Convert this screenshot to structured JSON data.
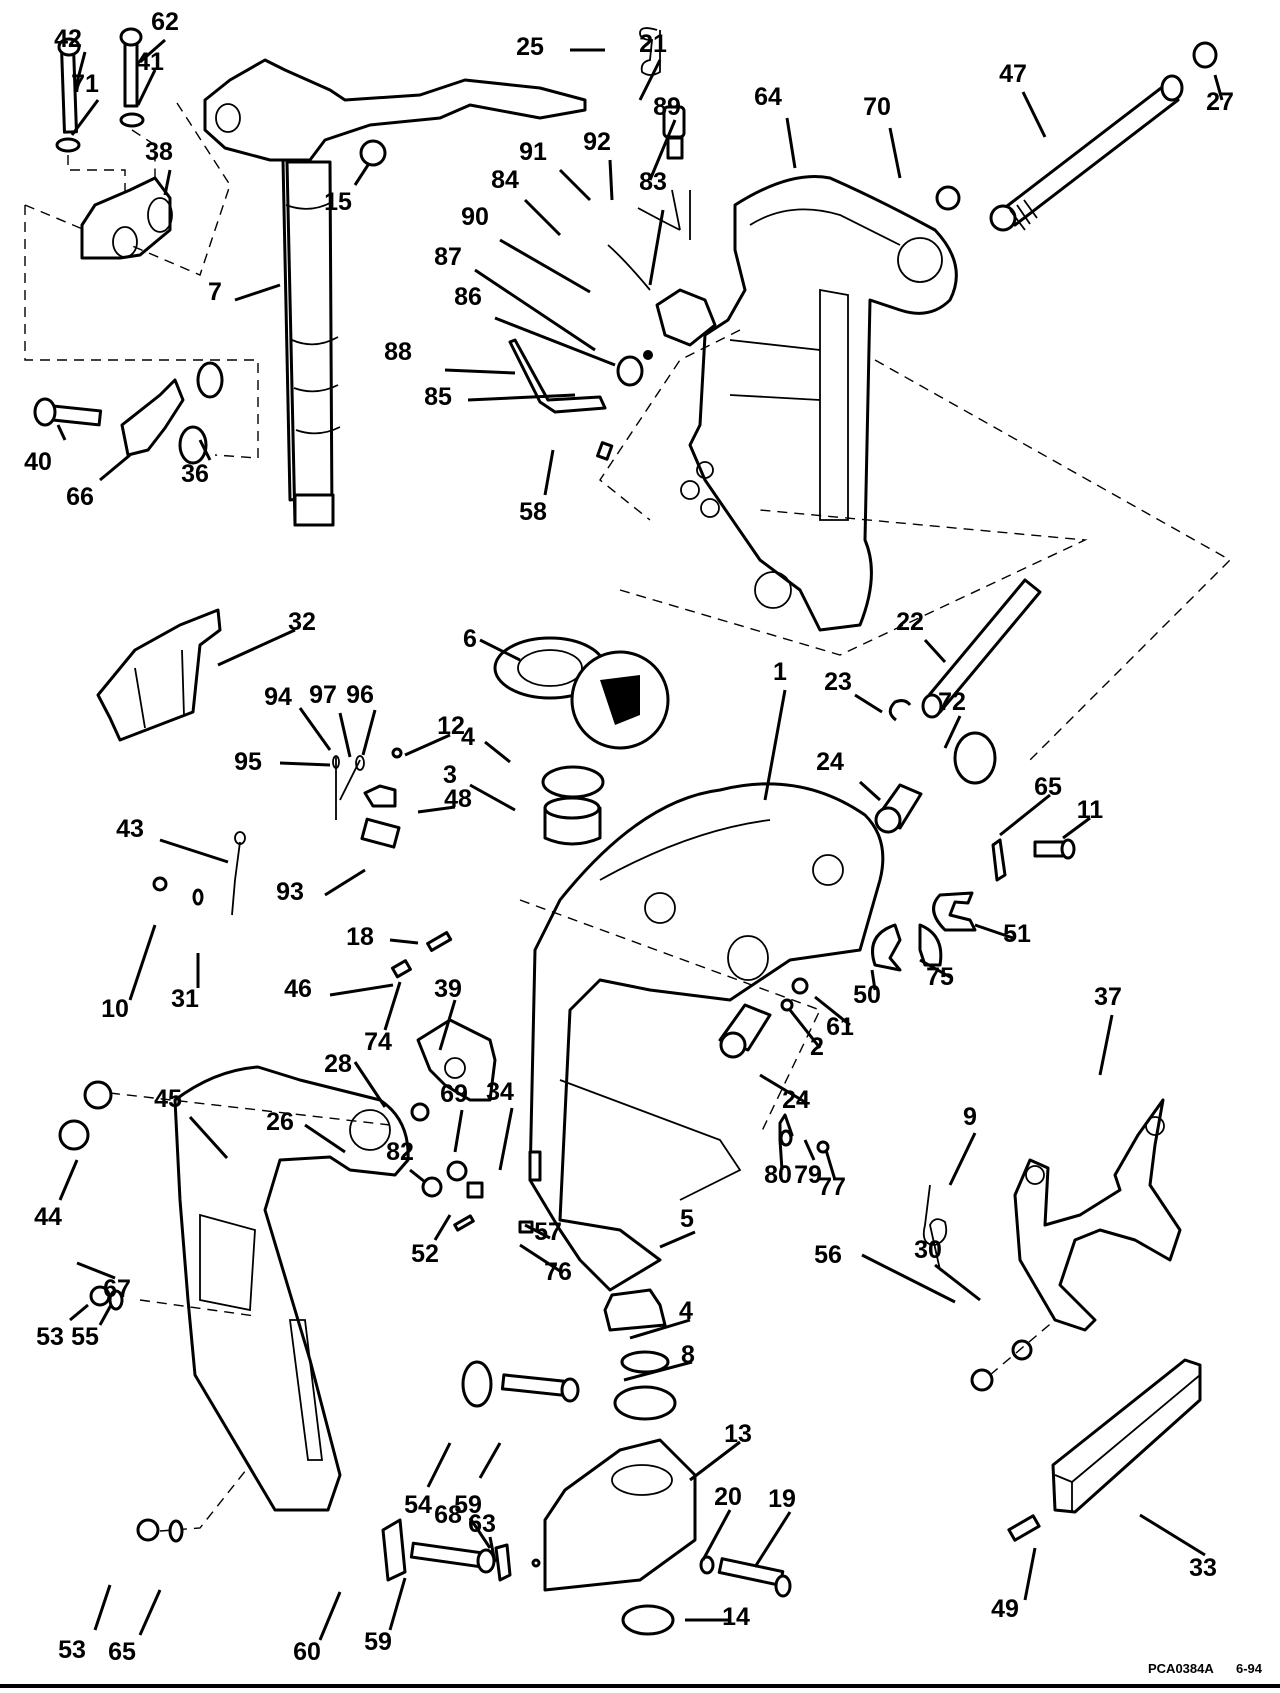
{
  "diagram": {
    "title": "Swivel bracket / stern bracket exploded parts view",
    "drawing_code": "PCA0384A",
    "revision_date": "6-94",
    "parts": [
      {
        "id": "p42",
        "label": "42",
        "name": "bolt"
      },
      {
        "id": "p62",
        "label": "62",
        "name": "bolt"
      },
      {
        "id": "p41",
        "label": "41",
        "name": "washer"
      },
      {
        "id": "p71",
        "label": "71",
        "name": "washer"
      },
      {
        "id": "p38",
        "label": "38",
        "name": "steering bracket block"
      },
      {
        "id": "p15",
        "label": "15",
        "name": "nut"
      },
      {
        "id": "p7",
        "label": "7",
        "name": "steering arm and shaft"
      },
      {
        "id": "p40",
        "label": "40",
        "name": "bolt"
      },
      {
        "id": "p66",
        "label": "66",
        "name": "plate"
      },
      {
        "id": "p36",
        "label": "36",
        "name": "washers"
      },
      {
        "id": "p25",
        "label": "25",
        "name": "clip"
      },
      {
        "id": "p21",
        "label": "21",
        "name": "grease fitting"
      },
      {
        "id": "p89",
        "label": "89",
        "name": "wires"
      },
      {
        "id": "p91",
        "label": "91",
        "name": "terminal"
      },
      {
        "id": "p92",
        "label": "92",
        "name": "sleeve"
      },
      {
        "id": "p84",
        "label": "84",
        "name": "clamp"
      },
      {
        "id": "p83",
        "label": "83",
        "name": "switch"
      },
      {
        "id": "p90",
        "label": "90",
        "name": "grommet"
      },
      {
        "id": "p87",
        "label": "87",
        "name": "ball"
      },
      {
        "id": "p86",
        "label": "86",
        "name": "spring"
      },
      {
        "id": "p88",
        "label": "88",
        "name": "lever"
      },
      {
        "id": "p85",
        "label": "85",
        "name": "pin"
      },
      {
        "id": "p58",
        "label": "58",
        "name": "screw"
      },
      {
        "id": "p64",
        "label": "64",
        "name": "stern bracket"
      },
      {
        "id": "p70",
        "label": "70",
        "name": "nut"
      },
      {
        "id": "p47",
        "label": "47",
        "name": "tilt tube"
      },
      {
        "id": "p27",
        "label": "27",
        "name": "seal"
      },
      {
        "id": "p32",
        "label": "32",
        "name": "cover"
      },
      {
        "id": "p6",
        "label": "6",
        "name": "thrust washer"
      },
      {
        "id": "p4a",
        "label": "4",
        "name": "seal"
      },
      {
        "id": "p3",
        "label": "3",
        "name": "bushing"
      },
      {
        "id": "p94",
        "label": "94",
        "name": "terminal"
      },
      {
        "id": "p97",
        "label": "97",
        "name": "terminal"
      },
      {
        "id": "p96",
        "label": "96",
        "name": "sleeve"
      },
      {
        "id": "p95",
        "label": "95",
        "name": "sleeve"
      },
      {
        "id": "p12",
        "label": "12",
        "name": "screw"
      },
      {
        "id": "p48",
        "label": "48",
        "name": "clamp"
      },
      {
        "id": "p93",
        "label": "93",
        "name": "switch"
      },
      {
        "id": "p43",
        "label": "43",
        "name": "ground lead"
      },
      {
        "id": "p10",
        "label": "10",
        "name": "screw"
      },
      {
        "id": "p31",
        "label": "31",
        "name": "lockwasher"
      },
      {
        "id": "p18",
        "label": "18",
        "name": "spring"
      },
      {
        "id": "p46",
        "label": "46",
        "name": "plunger"
      },
      {
        "id": "p74",
        "label": "74",
        "name": "pin"
      },
      {
        "id": "p39",
        "label": "39",
        "name": "tilt lock lever"
      },
      {
        "id": "p28",
        "label": "28",
        "name": "nut"
      },
      {
        "id": "p26",
        "label": "26",
        "name": "screw"
      },
      {
        "id": "p69",
        "label": "69",
        "name": "bushing"
      },
      {
        "id": "p34",
        "label": "34",
        "name": "nut"
      },
      {
        "id": "p82",
        "label": "82",
        "name": "screw"
      },
      {
        "id": "p52",
        "label": "52",
        "name": "screw"
      },
      {
        "id": "p57",
        "label": "57",
        "name": "spring"
      },
      {
        "id": "p76",
        "label": "76",
        "name": "pin"
      },
      {
        "id": "p1",
        "label": "1",
        "name": "swivel bracket"
      },
      {
        "id": "p22",
        "label": "22",
        "name": "shaft"
      },
      {
        "id": "p23",
        "label": "23",
        "name": "retaining ring"
      },
      {
        "id": "p72",
        "label": "72",
        "name": "washer"
      },
      {
        "id": "p24a",
        "label": "24",
        "name": "bushing"
      },
      {
        "id": "p65",
        "label": "65",
        "name": "clip"
      },
      {
        "id": "p11",
        "label": "11",
        "name": "screw"
      },
      {
        "id": "p51",
        "label": "51",
        "name": "bushing"
      },
      {
        "id": "p50",
        "label": "50",
        "name": "bushing"
      },
      {
        "id": "p75",
        "label": "75",
        "name": "bushing"
      },
      {
        "id": "p61",
        "label": "61",
        "name": "plug"
      },
      {
        "id": "p2",
        "label": "2",
        "name": "grease fitting"
      },
      {
        "id": "p24b",
        "label": "24",
        "name": "bushing"
      },
      {
        "id": "p37",
        "label": "37",
        "name": "tilt support"
      },
      {
        "id": "p9",
        "label": "9",
        "name": "spring"
      },
      {
        "id": "p80",
        "label": "80",
        "name": "retainer"
      },
      {
        "id": "p79",
        "label": "79",
        "name": "washer"
      },
      {
        "id": "p77",
        "label": "77",
        "name": "screw"
      },
      {
        "id": "p45",
        "label": "45",
        "name": "stern bracket"
      },
      {
        "id": "p44",
        "label": "44",
        "name": "nut"
      },
      {
        "id": "p67",
        "label": "67",
        "name": "cap"
      },
      {
        "id": "p53a",
        "label": "53",
        "name": "nut"
      },
      {
        "id": "p55",
        "label": "55",
        "name": "washer"
      },
      {
        "id": "p5",
        "label": "5",
        "name": "bushing"
      },
      {
        "id": "p4b",
        "label": "4",
        "name": "seal"
      },
      {
        "id": "p8",
        "label": "8",
        "name": "bushing"
      },
      {
        "id": "p13",
        "label": "13",
        "name": "lower mount bracket"
      },
      {
        "id": "p54",
        "label": "54",
        "name": "washer"
      },
      {
        "id": "p59a",
        "label": "59",
        "name": "bolt"
      },
      {
        "id": "p30",
        "label": "30",
        "name": "washer"
      },
      {
        "id": "p56",
        "label": "56",
        "name": "screw"
      },
      {
        "id": "p33",
        "label": "33",
        "name": "anode"
      },
      {
        "id": "p49",
        "label": "49",
        "name": "screw"
      },
      {
        "id": "p68",
        "label": "68",
        "name": "clip"
      },
      {
        "id": "p63",
        "label": "63",
        "name": "pin"
      },
      {
        "id": "p20",
        "label": "20",
        "name": "washer"
      },
      {
        "id": "p19",
        "label": "19",
        "name": "bolt"
      },
      {
        "id": "p14",
        "label": "14",
        "name": "nut"
      },
      {
        "id": "p53b",
        "label": "53",
        "name": "nut"
      },
      {
        "id": "p65b",
        "label": "65",
        "name": "washer"
      },
      {
        "id": "p60",
        "label": "60",
        "name": "plate"
      },
      {
        "id": "p59b",
        "label": "59",
        "name": "bolt"
      }
    ]
  }
}
